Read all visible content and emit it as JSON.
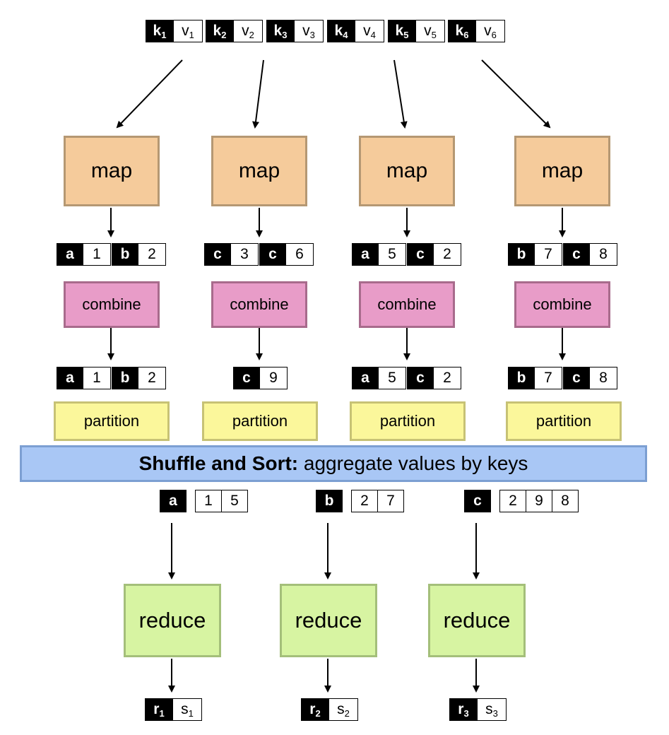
{
  "inputs": [
    {
      "k": "k",
      "ks": "1",
      "v": "v",
      "vs": "1"
    },
    {
      "k": "k",
      "ks": "2",
      "v": "v",
      "vs": "2"
    },
    {
      "k": "k",
      "ks": "3",
      "v": "v",
      "vs": "3"
    },
    {
      "k": "k",
      "ks": "4",
      "v": "v",
      "vs": "4"
    },
    {
      "k": "k",
      "ks": "5",
      "v": "v",
      "vs": "5"
    },
    {
      "k": "k",
      "ks": "6",
      "v": "v",
      "vs": "6"
    }
  ],
  "labels": {
    "map": "map",
    "combine": "combine",
    "partition": "partition",
    "reduce": "reduce",
    "shuffle_bold": "Shuffle and Sort:",
    "shuffle_rest": " aggregate values by keys"
  },
  "map_outputs": [
    [
      {
        "k": "a",
        "v": "1"
      },
      {
        "k": "b",
        "v": "2"
      }
    ],
    [
      {
        "k": "c",
        "v": "3"
      },
      {
        "k": "c",
        "v": "6"
      }
    ],
    [
      {
        "k": "a",
        "v": "5"
      },
      {
        "k": "c",
        "v": "2"
      }
    ],
    [
      {
        "k": "b",
        "v": "7"
      },
      {
        "k": "c",
        "v": "8"
      }
    ]
  ],
  "combine_outputs": [
    [
      {
        "k": "a",
        "v": "1"
      },
      {
        "k": "b",
        "v": "2"
      }
    ],
    [
      {
        "k": "c",
        "v": "9"
      }
    ],
    [
      {
        "k": "a",
        "v": "5"
      },
      {
        "k": "c",
        "v": "2"
      }
    ],
    [
      {
        "k": "b",
        "v": "7"
      },
      {
        "k": "c",
        "v": "8"
      }
    ]
  ],
  "shuffle_groups": [
    {
      "k": "a",
      "values": [
        "1",
        "5"
      ]
    },
    {
      "k": "b",
      "values": [
        "2",
        "7"
      ]
    },
    {
      "k": "c",
      "values": [
        "2",
        "9",
        "8"
      ]
    }
  ],
  "outputs": [
    {
      "k": "r",
      "ks": "1",
      "v": "s",
      "vs": "1"
    },
    {
      "k": "r",
      "ks": "2",
      "v": "s",
      "vs": "2"
    },
    {
      "k": "r",
      "ks": "3",
      "v": "s",
      "vs": "3"
    }
  ]
}
